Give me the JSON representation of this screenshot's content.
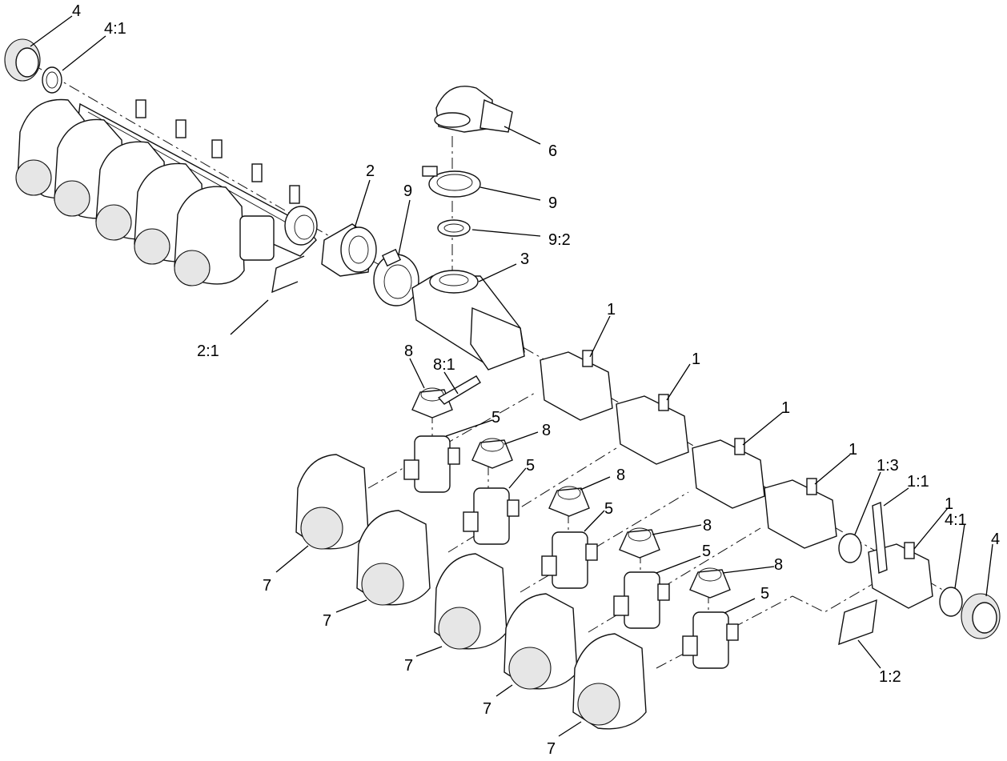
{
  "diagram": {
    "callouts": [
      "4",
      "4:1",
      "2",
      "9",
      "6",
      "9",
      "9:2",
      "3",
      "2:1",
      "8",
      "8:1",
      "1",
      "1",
      "5",
      "8",
      "1",
      "5",
      "8",
      "1",
      "5",
      "8",
      "1:3",
      "1:1",
      "1",
      "4:1",
      "4",
      "5",
      "8",
      "5",
      "7",
      "7",
      "7",
      "7",
      "7",
      "1:2"
    ],
    "icons": [
      "valve-manifold-assembly",
      "nozzle-body",
      "hose-barb-elbow",
      "clamp-ring",
      "seal-washer",
      "tee-fitting",
      "control-valve",
      "end-cap",
      "retaining-clip",
      "actuator-motor",
      "valve-knob"
    ],
    "colors": {
      "line": "#111111",
      "shade": "#e6e6e6",
      "background": "#ffffff"
    }
  }
}
